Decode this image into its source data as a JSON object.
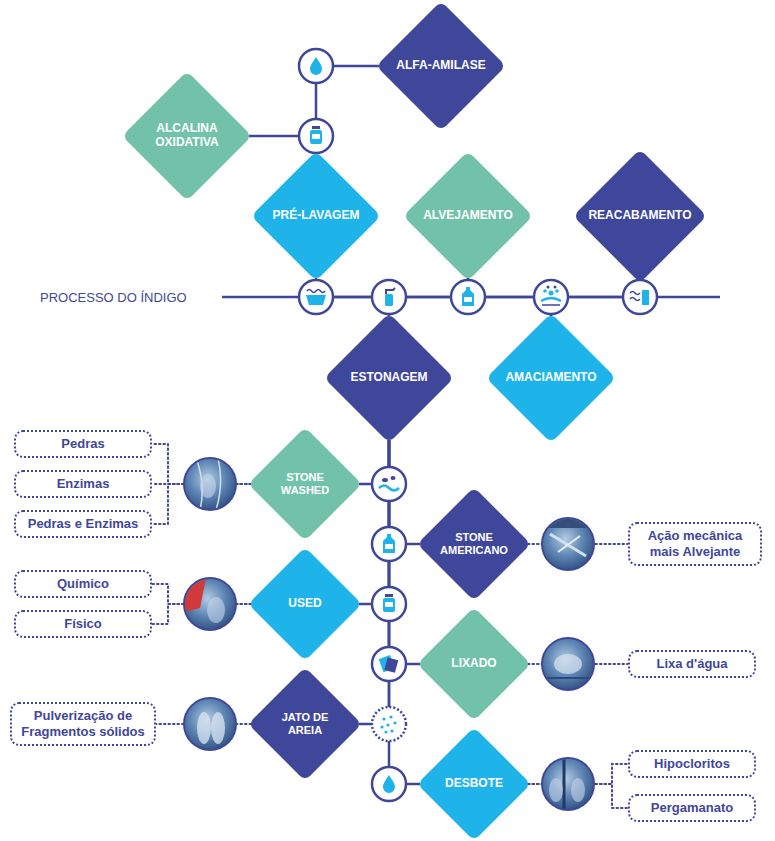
{
  "diagram": {
    "nodes": [
      {
        "text": [
          "ALFA-AMILASE"
        ]
      },
      {
        "text": [
          "ALCALINA OXIDATIVA"
        ]
      },
      {
        "text": [
          "PRÉ-LAVAGEM"
        ]
      },
      {
        "text": [
          "ALVEJAMENTO"
        ]
      },
      {
        "text": [
          "REACABAMENTO"
        ]
      },
      {
        "text": [
          "ESTONAGEM"
        ]
      },
      {
        "text": [
          "AMACIAMENTO"
        ]
      },
      {
        "text": [
          "Pedras"
        ]
      },
      {
        "text": [
          "Enzimas"
        ]
      },
      {
        "text": [
          "Pedras e Enzimas"
        ]
      },
      {
        "text": [
          "STONE WASHED"
        ]
      },
      {
        "text": [
          "STONE AMERICANO"
        ]
      },
      {
        "text": [
          "Ação mecânica mais Alvejante"
        ]
      },
      {
        "text": [
          "Químico"
        ]
      },
      {
        "text": [
          "Físico"
        ]
      },
      {
        "text": [
          "USED"
        ]
      },
      {
        "text": [
          "LIXADO"
        ]
      },
      {
        "text": [
          "Lixa d'água"
        ]
      },
      {
        "text": [
          "Pulverização de Fragmentos sólidos"
        ]
      },
      {
        "text": [
          "JATO DE AREIA"
        ]
      },
      {
        "text": [
          "DESBOTE"
        ]
      },
      {
        "text": [
          "Hipocloritos"
        ]
      },
      {
        "text": [
          "Pergamanato"
        ]
      }
    ],
    "edges": [
      {
        "from": 2,
        "to": 5,
        "arrow": "none"
      },
      {
        "from": 5,
        "to": 3,
        "arrow": "none"
      },
      {
        "from": 3,
        "to": 6,
        "arrow": "none"
      },
      {
        "from": 6,
        "to": 4,
        "arrow": "none"
      },
      {
        "from": 2,
        "to": 1,
        "arrow": "none"
      },
      {
        "from": 2,
        "to": 0,
        "arrow": "none"
      },
      {
        "from": 5,
        "to": 10,
        "arrow": "none"
      },
      {
        "from": 5,
        "to": 11,
        "arrow": "none"
      },
      {
        "from": 5,
        "to": 15,
        "arrow": "none"
      },
      {
        "from": 5,
        "to": 16,
        "arrow": "none"
      },
      {
        "from": 5,
        "to": 19,
        "arrow": "none"
      },
      {
        "from": 5,
        "to": 20,
        "arrow": "none"
      },
      {
        "from": 10,
        "to": 7,
        "arrow": "none"
      },
      {
        "from": 10,
        "to": 8,
        "arrow": "none"
      },
      {
        "from": 10,
        "to": 9,
        "arrow": "none"
      },
      {
        "from": 11,
        "to": 12,
        "arrow": "none"
      },
      {
        "from": 15,
        "to": 13,
        "arrow": "none"
      },
      {
        "from": 15,
        "to": 14,
        "arrow": "none"
      },
      {
        "from": 16,
        "to": 17,
        "arrow": "none"
      },
      {
        "from": 19,
        "to": 18,
        "arrow": "none"
      },
      {
        "from": 20,
        "to": 21,
        "arrow": "none"
      },
      {
        "from": 20,
        "to": 22,
        "arrow": "none"
      }
    ],
    "labels": [
      "PROCESSO DO ÍNDIGO"
    ]
  }
}
